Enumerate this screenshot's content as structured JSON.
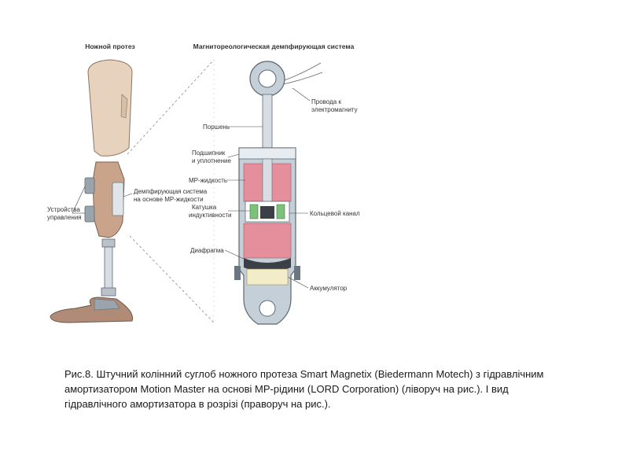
{
  "figure": {
    "left_title": "Ножной протез",
    "right_title": "Магнитореологическая демпфирующая система",
    "labels": {
      "control_units_1": "Устройства",
      "control_units_2": "управления",
      "damper_1": "Демпфирующая система",
      "damper_2": "на основе МР-жидкости",
      "wires_1": "Провода к",
      "wires_2": "электромагниту",
      "piston": "Поршень",
      "bearing_1": "Подшипник",
      "bearing_2": "и уплотнение",
      "mr_fluid": "МР-жидкость",
      "coil_1": "Катушка",
      "coil_2": "индуктивности",
      "annular_channel": "Кольцевой канал",
      "diaphragm": "Диафрагма",
      "accumulator": "Аккумулятор"
    }
  },
  "caption": {
    "fig_number": "Рис.8.",
    "text": " Штучний колінний суглоб ножного протеза Smart Magnetix (Biedermann Motech) з гідравлічним амортизатором Motion Master на основі МР-рідини (LORD Corporation) (ліворуч на рис.). І вид гідравлічного амортизатора в розрізі (праворуч на рис.)."
  },
  "colors": {
    "socket": "#e6d2bd",
    "knee": "#c9a48a",
    "mr_fluid": "#e48f9b",
    "coil": "#7cc07a",
    "metal": "#c5cfd8",
    "foot": "#b08c78"
  }
}
